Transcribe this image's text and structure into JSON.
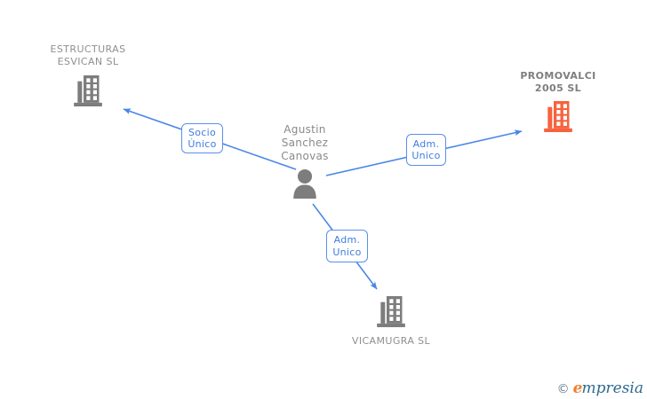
{
  "diagram_type": "corporate-relationship-graph",
  "colors": {
    "link_blue": "#4a86e8",
    "box_border_blue": "#5b90ea",
    "label_text_blue": "#3f7de0",
    "text_gray": "#8f8f8f",
    "icon_gray": "#7d7d7d",
    "highlight_orange": "#f7623d",
    "brand_orange": "#ef7f2e",
    "brand_blue": "#2f6a8e"
  },
  "person": {
    "full_name": "Agustin Sanchez Canovas",
    "line1": "Agustin",
    "line2": "Sanchez",
    "line3": "Canovas",
    "icon": "person-silhouette-icon"
  },
  "companies": {
    "estructuras": {
      "full_name": "ESTRUCTURAS ESVICAN SL",
      "line1": "ESTRUCTURAS",
      "line2": "ESVICAN SL",
      "icon": "building-icon",
      "icon_color": "gray"
    },
    "promovalci": {
      "full_name": "PROMOVALCI 2005 SL",
      "line1": "PROMOVALCI",
      "line2": "2005 SL",
      "icon": "building-icon",
      "icon_color": "orange",
      "highlighted": true
    },
    "vicamugra": {
      "name": "VICAMUGRA SL",
      "icon": "building-icon",
      "icon_color": "gray"
    }
  },
  "relations": [
    {
      "label": "Socio Único",
      "from": "Agustin Sanchez Canovas",
      "to": "ESTRUCTURAS ESVICAN SL"
    },
    {
      "label": "Adm. Unico",
      "from": "Agustin Sanchez Canovas",
      "to": "PROMOVALCI 2005 SL"
    },
    {
      "label": "Adm. Unico",
      "from": "Agustin Sanchez Canovas",
      "to": "VICAMUGRA SL"
    }
  ],
  "footer": {
    "copyright_symbol": "©",
    "brand_e": "e",
    "brand_rest": "mpresia"
  }
}
